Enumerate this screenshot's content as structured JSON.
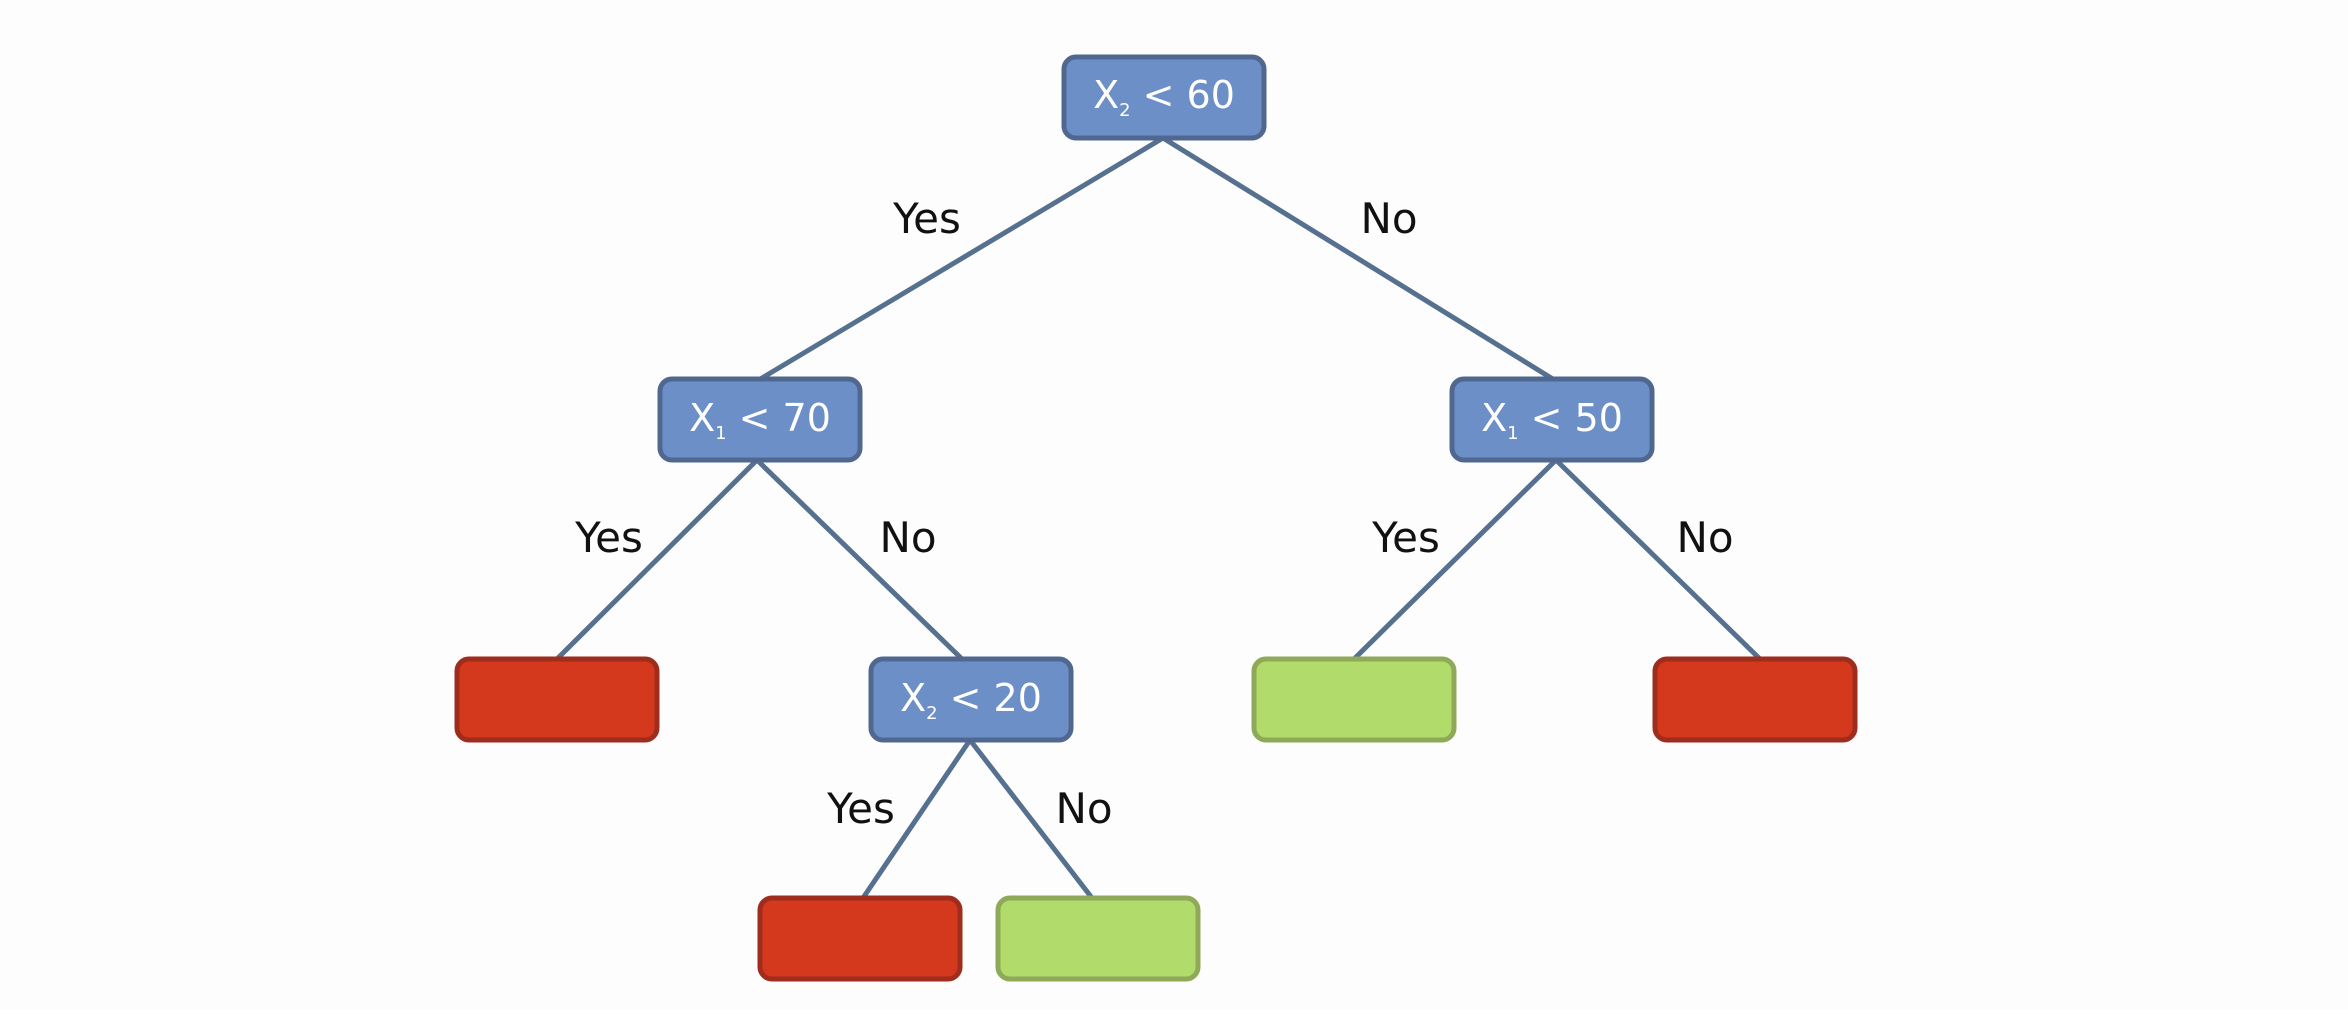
{
  "colors": {
    "decision_fill": "#6d8fc8",
    "decision_stroke": "#50688f",
    "red_leaf_fill": "#d4381d",
    "red_leaf_stroke": "#9f2d1d",
    "green_leaf_fill": "#b1dc6c",
    "green_leaf_stroke": "#8ea958",
    "edge": "#56708f",
    "label": "#111111"
  },
  "nodes": {
    "root": {
      "var": "X",
      "sub": "2",
      "op": " < 60"
    },
    "left": {
      "var": "X",
      "sub": "1",
      "op": " < 70"
    },
    "right": {
      "var": "X",
      "sub": "1",
      "op": " < 50"
    },
    "left_no": {
      "var": "X",
      "sub": "2",
      "op": " < 20"
    }
  },
  "leaves": {
    "left_yes": {
      "color": "red"
    },
    "left_no_yes": {
      "color": "red"
    },
    "left_no_no": {
      "color": "green"
    },
    "right_yes": {
      "color": "green"
    },
    "right_no": {
      "color": "red"
    }
  },
  "edge_labels": {
    "root_yes": "Yes",
    "root_no": "No",
    "left_yes": "Yes",
    "left_no": "No",
    "right_yes": "Yes",
    "right_no": "No",
    "left_no_yes": "Yes",
    "left_no_no": "No"
  }
}
